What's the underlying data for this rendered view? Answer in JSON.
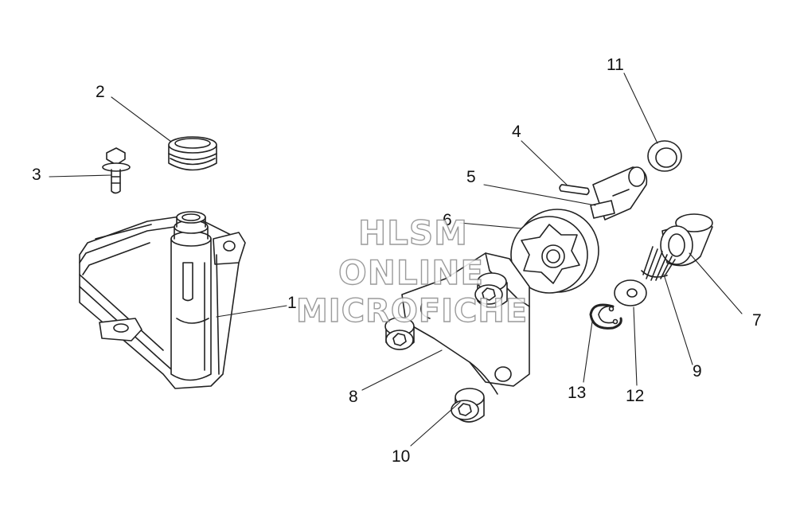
{
  "callouts": {
    "c1": "1",
    "c2": "2",
    "c3": "3",
    "c4": "4",
    "c5": "5",
    "c6": "6",
    "c7": "7",
    "c8": "8",
    "c9": "9",
    "c10": "10",
    "c11": "11",
    "c12": "12",
    "c13": "13"
  },
  "watermark": {
    "line1": "HLSM",
    "line2": "ONLINE",
    "line3": "MICROFICHE"
  },
  "colors": {
    "line": "#222222",
    "paper": "#ffffff",
    "watermark_outline": "#8a8a8a"
  }
}
